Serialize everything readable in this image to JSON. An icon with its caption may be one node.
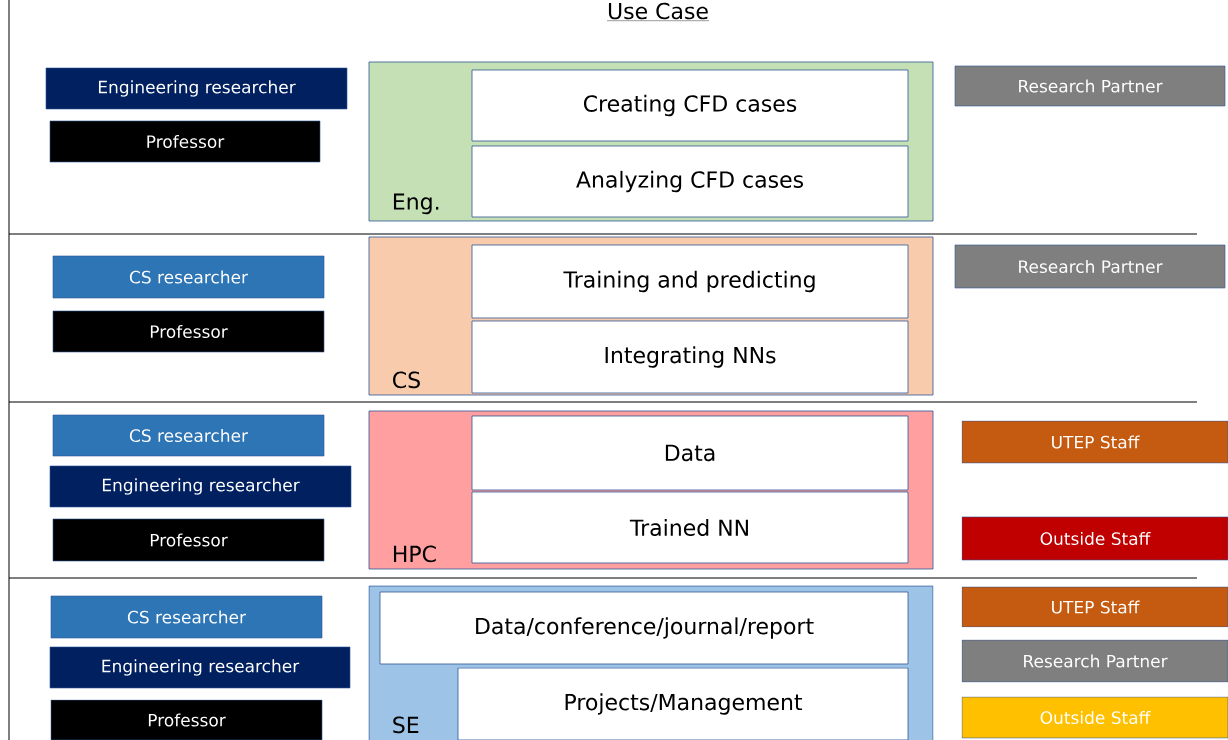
{
  "diagram": {
    "title": "Use Case",
    "nodes": [
      {
        "text": [
          "Engineering researcher"
        ]
      },
      {
        "text": [
          "Professor"
        ]
      },
      {
        "text": [
          "Eng."
        ]
      },
      {
        "text": [
          "Creating CFD cases"
        ],
        "in": 2
      },
      {
        "text": [
          "Analyzing CFD cases"
        ],
        "in": 2
      },
      {
        "text": [
          "Research Partner"
        ]
      },
      {
        "text": [
          "CS researcher"
        ]
      },
      {
        "text": [
          "Professor"
        ]
      },
      {
        "text": [
          "CS"
        ]
      },
      {
        "text": [
          "Training and predicting"
        ],
        "in": 8
      },
      {
        "text": [
          "Integrating NNs"
        ],
        "in": 8
      },
      {
        "text": [
          "Research Partner"
        ]
      },
      {
        "text": [
          "CS researcher"
        ]
      },
      {
        "text": [
          "Engineering researcher"
        ]
      },
      {
        "text": [
          "Professor"
        ]
      },
      {
        "text": [
          "HPC"
        ]
      },
      {
        "text": [
          "Data"
        ],
        "in": 15
      },
      {
        "text": [
          "Trained NN"
        ],
        "in": 15
      },
      {
        "text": [
          "UTEP Staff"
        ]
      },
      {
        "text": [
          "Outside Staff"
        ]
      },
      {
        "text": [
          "CS researcher"
        ]
      },
      {
        "text": [
          "Engineering researcher"
        ]
      },
      {
        "text": [
          "Professor"
        ]
      },
      {
        "text": [
          "SE"
        ]
      },
      {
        "text": [
          "Data/conference/journal/report"
        ],
        "in": 23
      },
      {
        "text": [
          "Projects/Management"
        ],
        "in": 23
      },
      {
        "text": [
          "UTEP Staff"
        ]
      },
      {
        "text": [
          "Research Partner"
        ]
      },
      {
        "text": [
          "Outside Staff"
        ]
      }
    ]
  }
}
